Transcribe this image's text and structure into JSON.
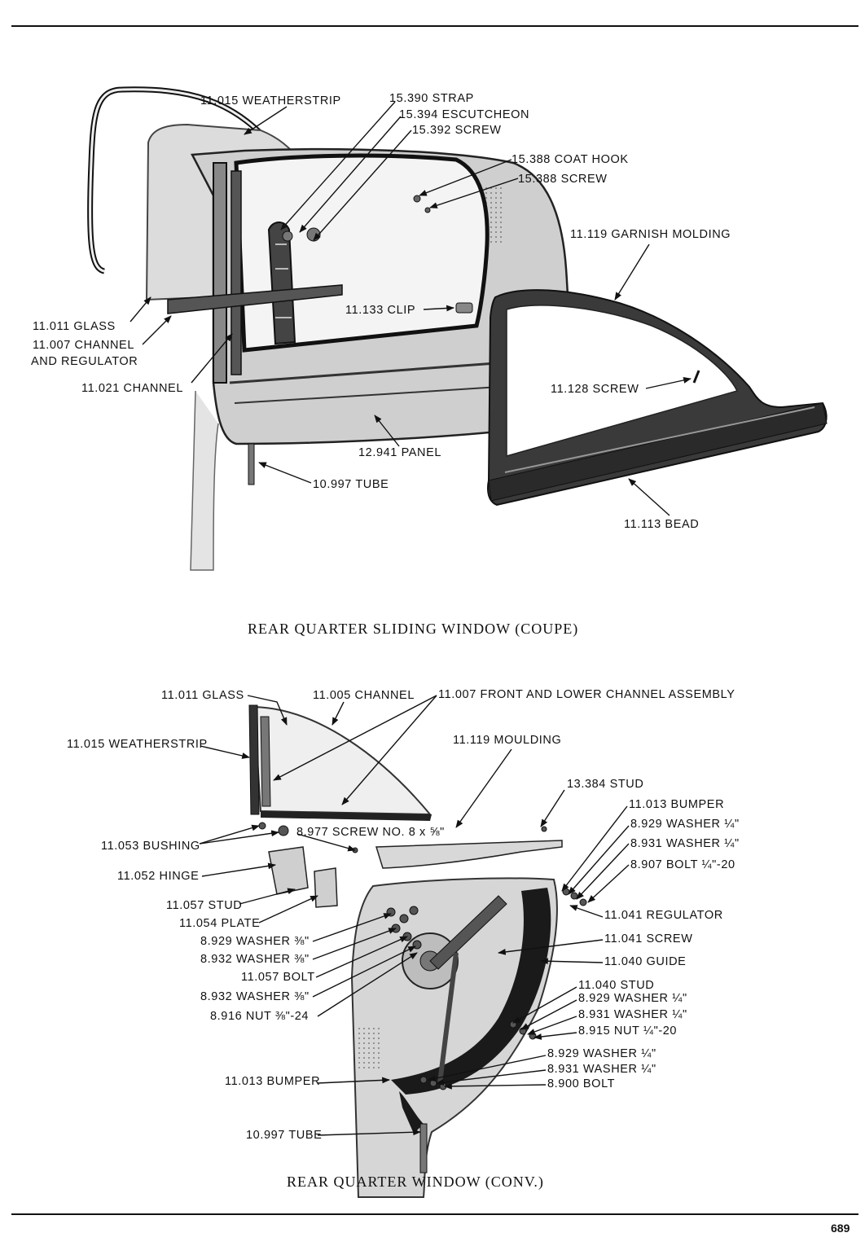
{
  "page_number": "689",
  "top": {
    "caption": "REAR QUARTER SLIDING WINDOW (COUPE)",
    "labels": {
      "weatherstrip": "11.015 WEATHERSTRIP",
      "strap": "15.390 STRAP",
      "escutcheon": "15.394 ESCUTCHEON",
      "screw_15392": "15.392 SCREW",
      "coat_hook": "15.388 COAT HOOK",
      "screw_15388": "15.388 SCREW",
      "garnish_molding": "11.119 GARNISH MOLDING",
      "clip": "11.133 CLIP",
      "glass": "11.011 GLASS",
      "channel_regulator_1": "11.007 CHANNEL",
      "channel_regulator_2": "AND REGULATOR",
      "channel": "11.021 CHANNEL",
      "screw_11128": "11.128 SCREW",
      "panel": "12.941 PANEL",
      "tube": "10.997 TUBE",
      "bead": "11.113 BEAD"
    }
  },
  "bottom": {
    "caption": "REAR QUARTER WINDOW (CONV.)",
    "labels": {
      "glass": "11.011 GLASS",
      "channel_11005": "11.005 CHANNEL",
      "front_lower_channel": "11.007 FRONT AND LOWER CHANNEL ASSEMBLY",
      "weatherstrip": "11.015 WEATHERSTRIP",
      "moulding": "11.119 MOULDING",
      "stud_13384": "13.384 STUD",
      "bumper_top": "11.013 BUMPER",
      "washer_8929_a": "8.929 WASHER ¼\"",
      "washer_8931_a": "8.931 WASHER ¼\"",
      "bolt_8907": "8.907 BOLT ¼\"-20",
      "bushing": "11.053 BUSHING",
      "screw_8977": "8.977 SCREW NO. 8 x ⅝\"",
      "hinge": "11.052 HINGE",
      "stud_11057": "11.057 STUD",
      "plate": "11.054 PLATE",
      "washer_8929_b": "8.929 WASHER ⅜\"",
      "washer_8932_a": "8.932 WASHER ⅜\"",
      "bolt_11057": "11.057 BOLT",
      "washer_8932_b": "8.932 WASHER ⅜\"",
      "nut_8916": "8.916 NUT ⅜\"-24",
      "regulator": "11.041 REGULATOR",
      "screw_11041": "11.041 SCREW",
      "guide": "11.040 GUIDE",
      "stud_11040": "11.040 STUD",
      "washer_8929_c": "8.929 WASHER ¼\"",
      "washer_8931_c": "8.931 WASHER ¼\"",
      "nut_8915": "8.915 NUT ¼\"-20",
      "washer_8929_d": "8.929 WASHER ¼\"",
      "washer_8931_d": "8.931 WASHER ¼\"",
      "bolt_8900": "8.900 BOLT",
      "bumper_bottom": "11.013 BUMPER",
      "tube": "10.997 TUBE"
    }
  }
}
